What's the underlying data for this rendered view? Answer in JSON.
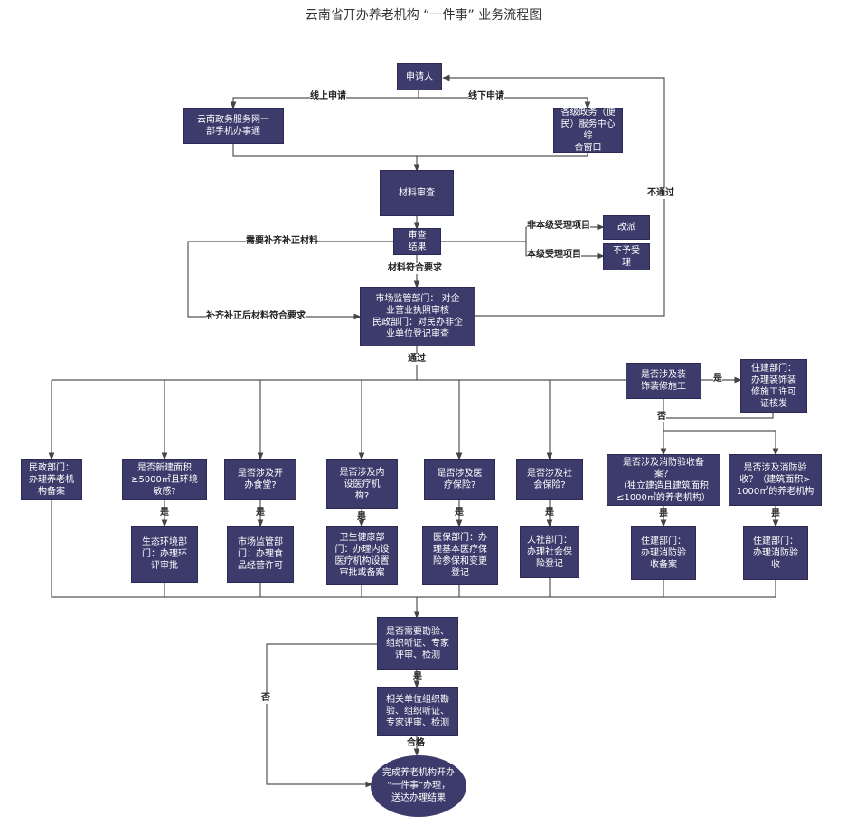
{
  "title": "云南省开办养老机构 “一件事” 业务流程图",
  "boxes": {
    "applicant": "申请人",
    "online_channel": "云南政务服务网一\n部手机办事通",
    "offline_channel": "各级政务（便\n民）服务中心综\n合窗口",
    "material_review": "材料审查",
    "review_result": "审查\n结果",
    "transfer": "改派",
    "reject": "不予受\n理",
    "market_civil": "市场监管部门： 对企\n业营业执照审核\n民政部门：对民办非企\n业单位登记审查",
    "decoration_q": "是否涉及装\n饰装修施工",
    "housing_decoration": "住建部门：\n办理装饰装\n修施工许可\n证核发",
    "civil_affairs": "民政部门：\n办理养老机\n构备案",
    "env_q": "是否新建面积\n≥5000㎡且环境\n敏感?",
    "canteen_q": "是否涉及开\n办食堂?",
    "medical_inst_q": "是否涉及内\n设医疗机\n构?",
    "medical_ins_q": "是否涉及医\n疗保险?",
    "social_ins_q": "是否涉及社\n会保险?",
    "fire_record_q": "是否涉及消防验收备\n案？\n（独立建造且建筑面积\n≤1000㎡的养老机构）",
    "fire_accept_q": "是否涉及消防验\n收？（建筑面积>\n1000㎡的养老机构",
    "env_dept": "生态环境部\n门：办理环\n评审批",
    "market_food": "市场监管部\n门：办理食\n品经营许可",
    "health_dept": "卫生健康部\n门：办理内设\n医疗机构设置\n审批或备案",
    "medical_security": "医保部门：办\n理基本医疗保\n险参保和变更\n登记",
    "hr_dept": "人社部门：\n办理社会保\n险登记",
    "housing_fire_record": "住建部门：\n办理消防验\n收备案",
    "housing_fire_accept": "住建部门：\n办理消防验\n收",
    "survey_q": "是否需要勘验、\n组织听证、专家\n评审、检测",
    "survey_do": "相关单位组织勘\n验、组织听证、\n专家评审、检测",
    "finish": "完成养老机构开办\n“一件事”办理，\n送达办理结果"
  },
  "labels": {
    "online": "线上申请",
    "offline": "线下申请",
    "fail": "不通过",
    "supplement": "需要补齐补正材料",
    "non_local": "非本级受理项目",
    "local": "本级受理项目",
    "meets": "材料符合要求",
    "resubmit": "补齐补正后材料符合要求",
    "passed": "通过",
    "yes_decoration": "是",
    "no_decoration": "否",
    "yes_env": "是",
    "yes_canteen": "是",
    "yes_medical_inst": "是",
    "yes_medical_ins": "是",
    "yes_social": "是",
    "yes_fire_record": "是",
    "yes_fire_accept": "是",
    "yes_survey": "是",
    "no_survey": "否",
    "qualified": "合格"
  }
}
